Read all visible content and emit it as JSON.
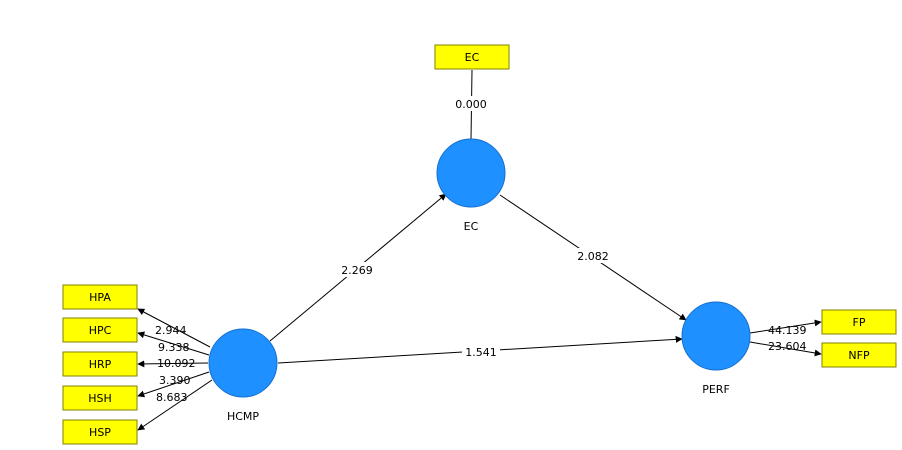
{
  "colors": {
    "latent_fill": "#1e90ff",
    "latent_stroke": "#1570d0",
    "indicator_fill": "#ffff00",
    "indicator_stroke": "#808000",
    "line": "#000000"
  },
  "latents": {
    "ec": "EC",
    "hcmp": "HCMP",
    "perf": "PERF"
  },
  "indicators": {
    "ec": "EC",
    "hpa": "HPA",
    "hpc": "HPC",
    "hrp": "HRP",
    "hsh": "HSH",
    "hsp": "HSP",
    "fp": "FP",
    "nfp": "NFP"
  },
  "paths": {
    "hcmp_ec": "2.269",
    "ec_perf": "2.082",
    "hcmp_perf": "1.541"
  },
  "loadings": {
    "ec_ec": "0.000",
    "hpa": "2.944",
    "hpc": "9.338",
    "hrp": "10.092",
    "hsh": "3.390",
    "hsp": "8.683",
    "fp": "44.139",
    "nfp": "23.604"
  }
}
